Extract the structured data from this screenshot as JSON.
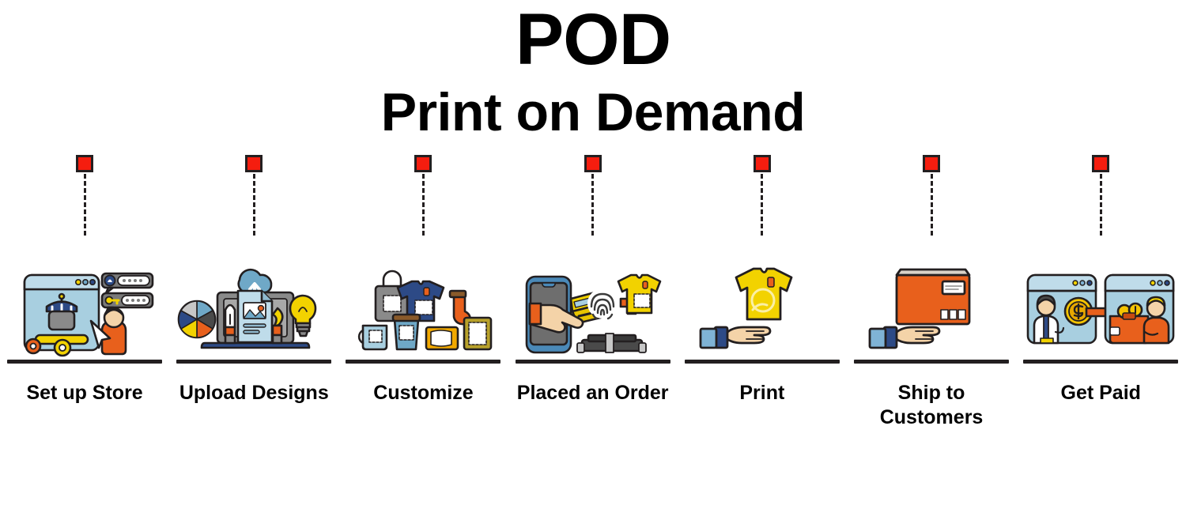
{
  "title": {
    "main": "POD",
    "subtitle": "Print on Demand"
  },
  "colors": {
    "marker_fill": "#F51D0F",
    "marker_stroke": "#231F20",
    "outline": "#231F20",
    "blue_light": "#A8CFE0",
    "blue_mid": "#6FA8C7",
    "blue_dark": "#2D4A86",
    "orange": "#E8601C",
    "yellow": "#F2D200",
    "gold": "#F5C400",
    "grey": "#8A8A8A",
    "skin": "#F4D3A8",
    "text": "#000000",
    "background": "#FFFFFF"
  },
  "steps": [
    {
      "index": 1,
      "label": "Set up Store",
      "icon": "storefront-setup-icon",
      "marker": "red-square-marker"
    },
    {
      "index": 2,
      "label": "Upload Designs",
      "icon": "laptop-cloud-upload-icon",
      "marker": "red-square-marker"
    },
    {
      "index": 3,
      "label": "Customize",
      "icon": "products-customize-icon",
      "marker": "red-square-marker"
    },
    {
      "index": 4,
      "label": "Placed an Order",
      "icon": "mobile-payment-order-icon",
      "marker": "red-square-marker"
    },
    {
      "index": 5,
      "label": "Print",
      "icon": "hand-printed-shirt-icon",
      "marker": "red-square-marker"
    },
    {
      "index": 6,
      "label": "Ship to\nCustomers",
      "icon": "hand-shipping-box-icon",
      "marker": "red-square-marker"
    },
    {
      "index": 7,
      "label": "Get Paid",
      "icon": "money-transfer-icon",
      "marker": "red-square-marker"
    }
  ]
}
